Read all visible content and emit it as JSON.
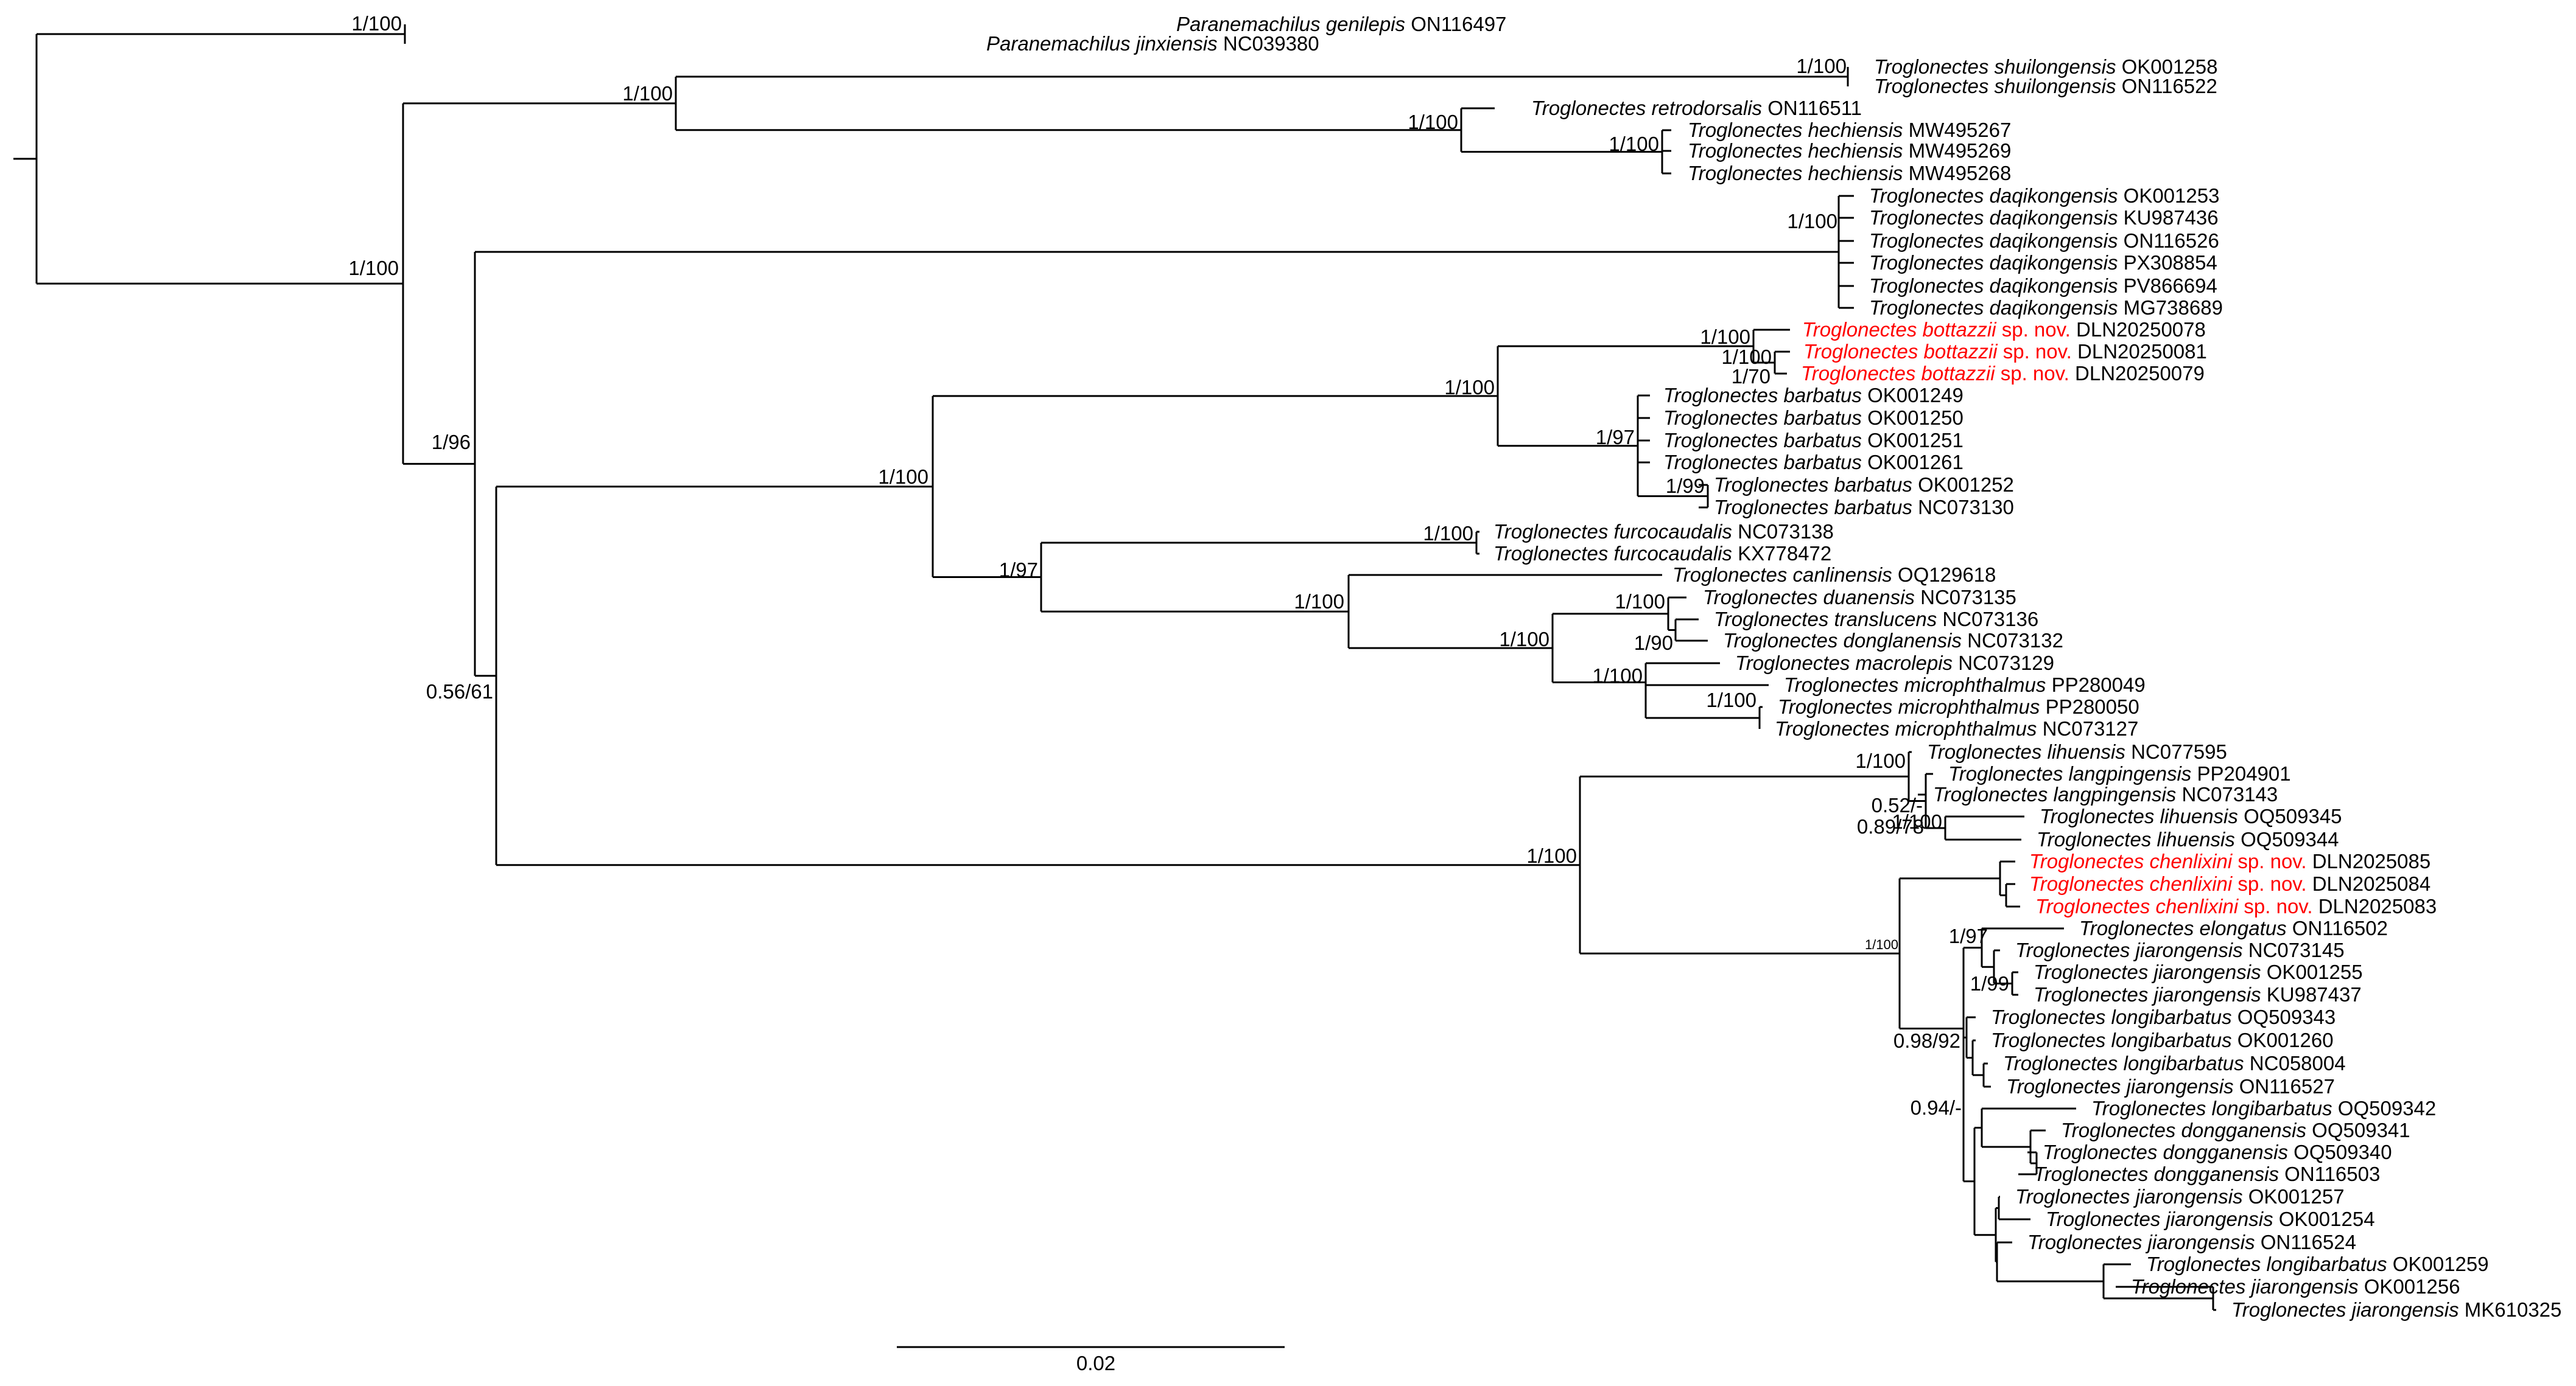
{
  "colors": {
    "line": "#000000",
    "text": "#000000",
    "new_species": "#ff0000"
  },
  "scale_bar": {
    "label": "0.02"
  },
  "tips": [
    {
      "id": "t1",
      "species": "Paranemachilus genilepis",
      "acc": "ON116497"
    },
    {
      "id": "t2",
      "species": "Paranemachilus jinxiensis",
      "acc": "NC039380"
    },
    {
      "id": "t3",
      "species": "Troglonectes shuilongensis",
      "acc": "OK001258"
    },
    {
      "id": "t4",
      "species": "Troglonectes shuilongensis",
      "acc": "ON116522"
    },
    {
      "id": "t5",
      "species": "Troglonectes retrodorsalis",
      "acc": "ON116511"
    },
    {
      "id": "t6",
      "species": "Troglonectes hechiensis",
      "acc": "MW495267"
    },
    {
      "id": "t7",
      "species": "Troglonectes hechiensis",
      "acc": "MW495269"
    },
    {
      "id": "t8",
      "species": "Troglonectes hechiensis",
      "acc": "MW495268"
    },
    {
      "id": "t9",
      "species": "Troglonectes daqikongensis",
      "acc": "OK001253"
    },
    {
      "id": "t10",
      "species": "Troglonectes daqikongensis",
      "acc": "KU987436"
    },
    {
      "id": "t11",
      "species": "Troglonectes daqikongensis",
      "acc": "ON116526"
    },
    {
      "id": "t12",
      "species": "Troglonectes daqikongensis",
      "acc": "PX308854"
    },
    {
      "id": "t13",
      "species": "Troglonectes daqikongensis",
      "acc": "PV866694"
    },
    {
      "id": "t14",
      "species": "Troglonectes daqikongensis",
      "acc": "MG738689"
    },
    {
      "id": "t15",
      "species": "Troglonectes bottazzii",
      "suffix": "sp. nov.",
      "acc": "DLN20250078",
      "new": true
    },
    {
      "id": "t16",
      "species": "Troglonectes bottazzii",
      "suffix": "sp. nov.",
      "acc": "DLN20250081",
      "new": true
    },
    {
      "id": "t17",
      "species": "Troglonectes bottazzii",
      "suffix": "sp. nov.",
      "acc": "DLN20250079",
      "new": true
    },
    {
      "id": "t18",
      "species": "Troglonectes barbatus",
      "acc": "OK001249"
    },
    {
      "id": "t19",
      "species": "Troglonectes barbatus",
      "acc": "OK001250"
    },
    {
      "id": "t20",
      "species": "Troglonectes barbatus",
      "acc": "OK001251"
    },
    {
      "id": "t21",
      "species": "Troglonectes barbatus",
      "acc": "OK001261"
    },
    {
      "id": "t22",
      "species": "Troglonectes barbatus",
      "acc": "OK001252"
    },
    {
      "id": "t23",
      "species": "Troglonectes barbatus",
      "acc": "NC073130"
    },
    {
      "id": "t24",
      "species": "Troglonectes furcocaudalis",
      "acc": "NC073138"
    },
    {
      "id": "t25",
      "species": "Troglonectes furcocaudalis",
      "acc": "KX778472"
    },
    {
      "id": "t26",
      "species": "Troglonectes canlinensis",
      "acc": "OQ129618"
    },
    {
      "id": "t27",
      "species": "Troglonectes duanensis",
      "acc": "NC073135"
    },
    {
      "id": "t28",
      "species": "Troglonectes translucens",
      "acc": "NC073136"
    },
    {
      "id": "t29",
      "species": "Troglonectes donglanensis",
      "acc": "NC073132"
    },
    {
      "id": "t30",
      "species": "Troglonectes macrolepis",
      "acc": "NC073129"
    },
    {
      "id": "t31",
      "species": "Troglonectes microphthalmus",
      "acc": "PP280049"
    },
    {
      "id": "t32",
      "species": "Troglonectes microphthalmus",
      "acc": "PP280050"
    },
    {
      "id": "t33",
      "species": "Troglonectes microphthalmus",
      "acc": "NC073127"
    },
    {
      "id": "t34",
      "species": "Troglonectes lihuensis",
      "acc": "NC077595"
    },
    {
      "id": "t35",
      "species": "Troglonectes langpingensis",
      "acc": "PP204901"
    },
    {
      "id": "t36",
      "species": "Troglonectes langpingensis",
      "acc": "NC073143"
    },
    {
      "id": "t37",
      "species": "Troglonectes lihuensis",
      "acc": "OQ509345"
    },
    {
      "id": "t38",
      "species": "Troglonectes lihuensis",
      "acc": "OQ509344"
    },
    {
      "id": "t39",
      "species": "Troglonectes chenlixini",
      "suffix": "sp. nov.",
      "acc": "DLN2025085",
      "new": true
    },
    {
      "id": "t40",
      "species": "Troglonectes chenlixini",
      "suffix": "sp. nov.",
      "acc": "DLN2025084",
      "new": true
    },
    {
      "id": "t41",
      "species": "Troglonectes chenlixini",
      "suffix": "sp. nov.",
      "acc": "DLN2025083",
      "new": true
    },
    {
      "id": "t42",
      "species": "Troglonectes elongatus",
      "acc": "ON116502"
    },
    {
      "id": "t43",
      "species": "Troglonectes jiarongensis",
      "acc": "NC073145"
    },
    {
      "id": "t44",
      "species": "Troglonectes jiarongensis",
      "acc": "OK001255"
    },
    {
      "id": "t45",
      "species": "Troglonectes jiarongensis",
      "acc": "KU987437"
    },
    {
      "id": "t46",
      "species": "Troglonectes longibarbatus",
      "acc": "OQ509343"
    },
    {
      "id": "t47",
      "species": "Troglonectes longibarbatus",
      "acc": "OK001260"
    },
    {
      "id": "t48",
      "species": "Troglonectes longibarbatus",
      "acc": "NC058004"
    },
    {
      "id": "t49",
      "species": "Troglonectes jiarongensis",
      "acc": "ON116527"
    },
    {
      "id": "t50",
      "species": "Troglonectes longibarbatus",
      "acc": "OQ509342"
    },
    {
      "id": "t51",
      "species": "Troglonectes dongganensis",
      "acc": "OQ509341"
    },
    {
      "id": "t52",
      "species": "Troglonectes dongganensis",
      "acc": "OQ509340"
    },
    {
      "id": "t53",
      "species": "Troglonectes dongganensis",
      "acc": "ON116503"
    },
    {
      "id": "t54",
      "species": "Troglonectes jiarongensis",
      "acc": "OK001257"
    },
    {
      "id": "t55",
      "species": "Troglonectes jiarongensis",
      "acc": "OK001254"
    },
    {
      "id": "t56",
      "species": "Troglonectes jiarongensis",
      "acc": "ON116524"
    },
    {
      "id": "t57",
      "species": "Troglonectes longibarbatus",
      "acc": "OK001259"
    },
    {
      "id": "t58",
      "species": "Troglonectes jiarongensis",
      "acc": "OK001256"
    },
    {
      "id": "t59",
      "species": "Troglonectes jiarongensis",
      "acc": "MK610325"
    }
  ],
  "support_labels": [
    {
      "id": "s1",
      "text": "1/100"
    },
    {
      "id": "s2",
      "text": "1/100"
    },
    {
      "id": "s3",
      "text": "1/100"
    },
    {
      "id": "s4",
      "text": "1/100"
    },
    {
      "id": "s5",
      "text": "1/100"
    },
    {
      "id": "s6",
      "text": "1/100"
    },
    {
      "id": "s7",
      "text": "1/100"
    },
    {
      "id": "s8",
      "text": "1/96"
    },
    {
      "id": "s9",
      "text": "1/100"
    },
    {
      "id": "s10",
      "text": "1/100"
    },
    {
      "id": "s11",
      "text": "1/70"
    },
    {
      "id": "s12",
      "text": "1/100"
    },
    {
      "id": "s13",
      "text": "1/97"
    },
    {
      "id": "s14",
      "text": "1/99"
    },
    {
      "id": "s15",
      "text": "1/100"
    },
    {
      "id": "s16",
      "text": "1/97"
    },
    {
      "id": "s17",
      "text": "1/100"
    },
    {
      "id": "s18",
      "text": "1/100"
    },
    {
      "id": "s19",
      "text": "1/100"
    },
    {
      "id": "s20",
      "text": "1/90"
    },
    {
      "id": "s21",
      "text": "1/100"
    },
    {
      "id": "s22",
      "text": "1/100"
    },
    {
      "id": "s23",
      "text": "0.56/61"
    },
    {
      "id": "s24",
      "text": "1/100"
    },
    {
      "id": "s25",
      "text": "1/100"
    },
    {
      "id": "s26",
      "text": "0.52/-"
    },
    {
      "id": "s27",
      "text": "0.89/78"
    },
    {
      "id": "s28",
      "text": "1/100"
    },
    {
      "id": "s29",
      "text": "1/100"
    },
    {
      "id": "s30",
      "text": "1/100"
    },
    {
      "id": "s31",
      "text": "1/97"
    },
    {
      "id": "s32",
      "text": "1/99"
    },
    {
      "id": "s33",
      "text": "0.98/92"
    },
    {
      "id": "s34",
      "text": "0.94/-"
    }
  ]
}
